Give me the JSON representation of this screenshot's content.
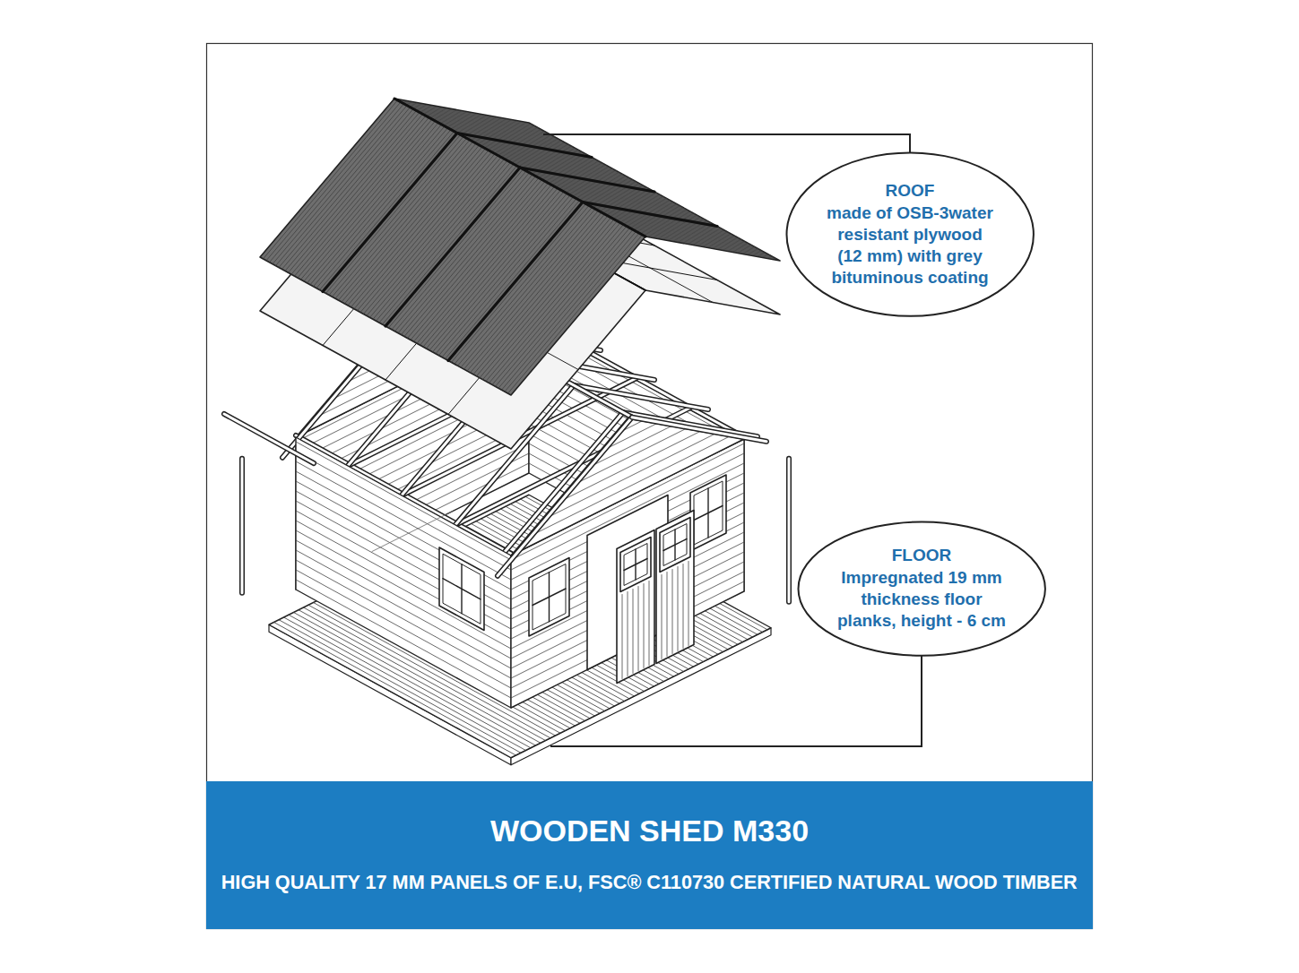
{
  "diagram": {
    "title": "WOODEN SHED M330",
    "caption": "HIGH QUALITY 17 MM PANELS OF E.U, FSC® C110730 CERTIFIED NATURAL WOOD TIMBER",
    "nodes": [
      {
        "text": [
          "ROOF",
          "made of OSB-3water resistant plywood (12 mm) with grey bituminous coating"
        ]
      },
      {
        "text": [
          "FLOOR",
          "Impregnated 19 mm thickness floor planks, height - 6 cm"
        ]
      }
    ]
  }
}
